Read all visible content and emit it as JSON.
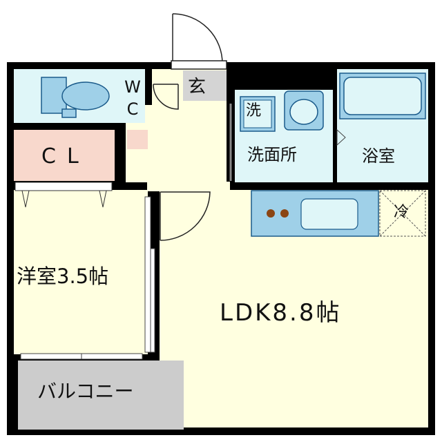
{
  "rooms": {
    "wc": "WC",
    "genkan": "玄",
    "sen": "洗",
    "senmenjo": "洗面所",
    "yokushitsu": "浴室",
    "cl": "CL",
    "rei": "冷",
    "yoshitsu": "洋室3.5帖",
    "ldk": "LDK8.8帖",
    "balcony": "バルコニー"
  },
  "colors": {
    "wall": "#000000",
    "ldk_floor": "#ffffe0",
    "wet_floor": "#dff6f8",
    "fixture": "#9fd0e8",
    "closet": "#f8d8cc",
    "balcony": "#cccccc",
    "genkan_floor": "#d4d4d4"
  }
}
